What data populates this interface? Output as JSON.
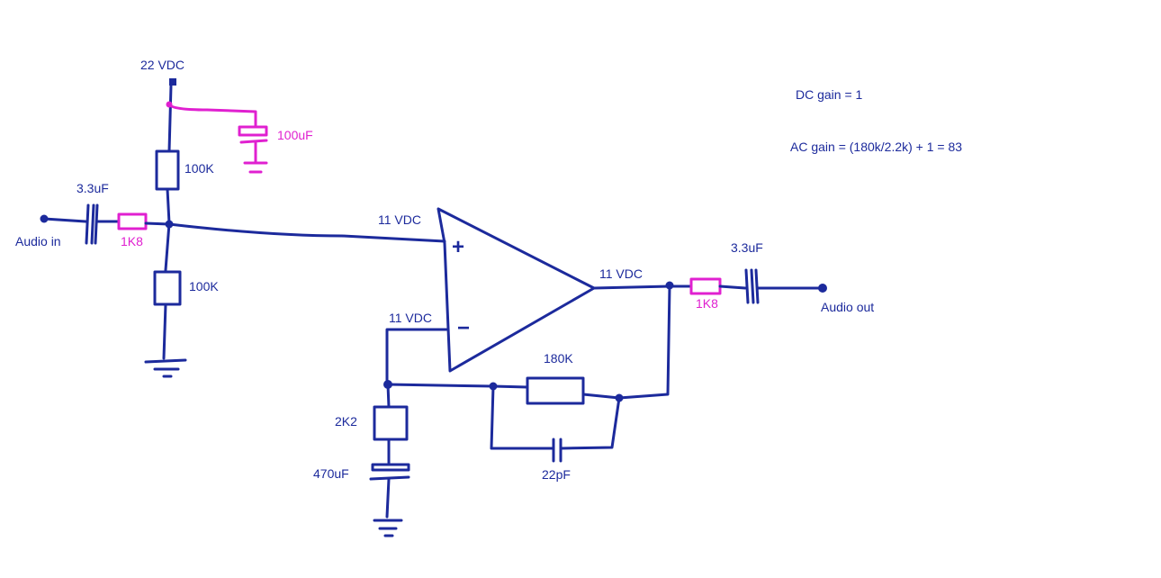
{
  "colors": {
    "wire": "#1c2a9c",
    "highlight": "#e020d0",
    "background": "#ffffff"
  },
  "labels": {
    "supply": "22 VDC",
    "cap_bypass": "100uF",
    "r_top": "100K",
    "r_bottom": "100K",
    "cap_in": "3.3uF",
    "r_in": "1K8",
    "audio_in": "Audio in",
    "v_plus": "11 VDC",
    "v_minus": "11 VDC",
    "v_out": "11 VDC",
    "plus_sign": "+",
    "minus_sign": "−",
    "r_feedback": "180K",
    "cap_feedback": "22pF",
    "r_gain": "2K2",
    "cap_gain": "470uF",
    "r_out": "1K8",
    "cap_out": "3.3uF",
    "audio_out": "Audio out"
  },
  "notes": {
    "dc_gain": "DC gain = 1",
    "ac_gain": "AC gain = (180k/2.2k) + 1 = 83"
  }
}
